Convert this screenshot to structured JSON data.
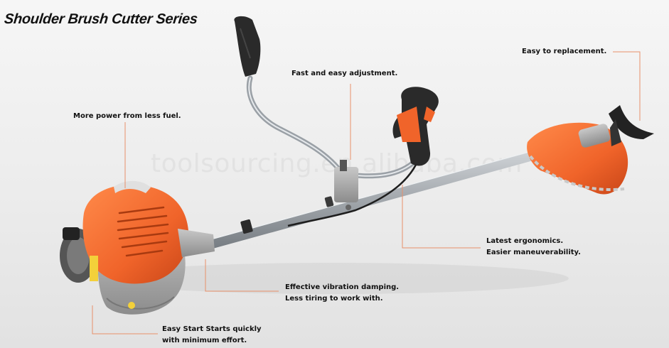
{
  "title": "Shoulder Brush Cutter Series",
  "watermark": "toolsourcing.en.alibaba.com",
  "callouts": {
    "replacement": "Easy to replacement.",
    "adjustment": "Fast and easy adjustment.",
    "power": "More power from less fuel.",
    "ergonomics_line1": "Latest ergonomics.",
    "ergonomics_line2": "Easier maneuverability.",
    "vibration_line1": "Effective vibration damping.",
    "vibration_line2": "Less tiring to work with.",
    "start_line1": "Easy Start Starts quickly",
    "start_line2": "with minimum effort."
  },
  "colors": {
    "accent_orange": "#f0642a",
    "leader_line": "#e8906a",
    "shaft": "#a9aeb3",
    "grip": "#2a2a2a"
  }
}
